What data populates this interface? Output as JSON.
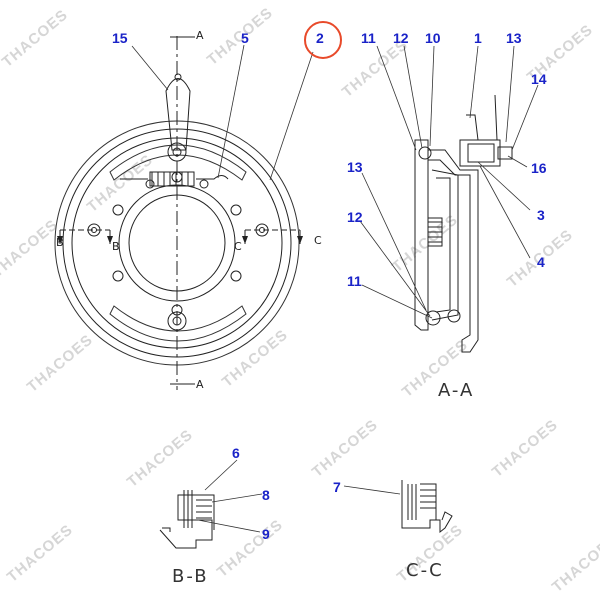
{
  "watermark": "THACOES",
  "highlight_color": "#e84a2a",
  "callout_color": "#1a23c8",
  "callouts": {
    "c15": "15",
    "c5": "5",
    "c2": "2",
    "c11a": "11",
    "c12a": "12",
    "c10": "10",
    "c1": "1",
    "c13a": "13",
    "c14": "14",
    "c16": "16",
    "c3": "3",
    "c4": "4",
    "c13b": "13",
    "c12b": "12",
    "c11b": "11",
    "c6": "6",
    "c8": "8",
    "c9": "9",
    "c7": "7"
  },
  "section_marks": {
    "a_top": "A",
    "a_bottom": "A",
    "b_left": "B",
    "b_right": "B",
    "c_left": "C",
    "c_right": "C"
  },
  "section_titles": {
    "aa": "A-A",
    "bb": "B-B",
    "cc": "C-C"
  }
}
